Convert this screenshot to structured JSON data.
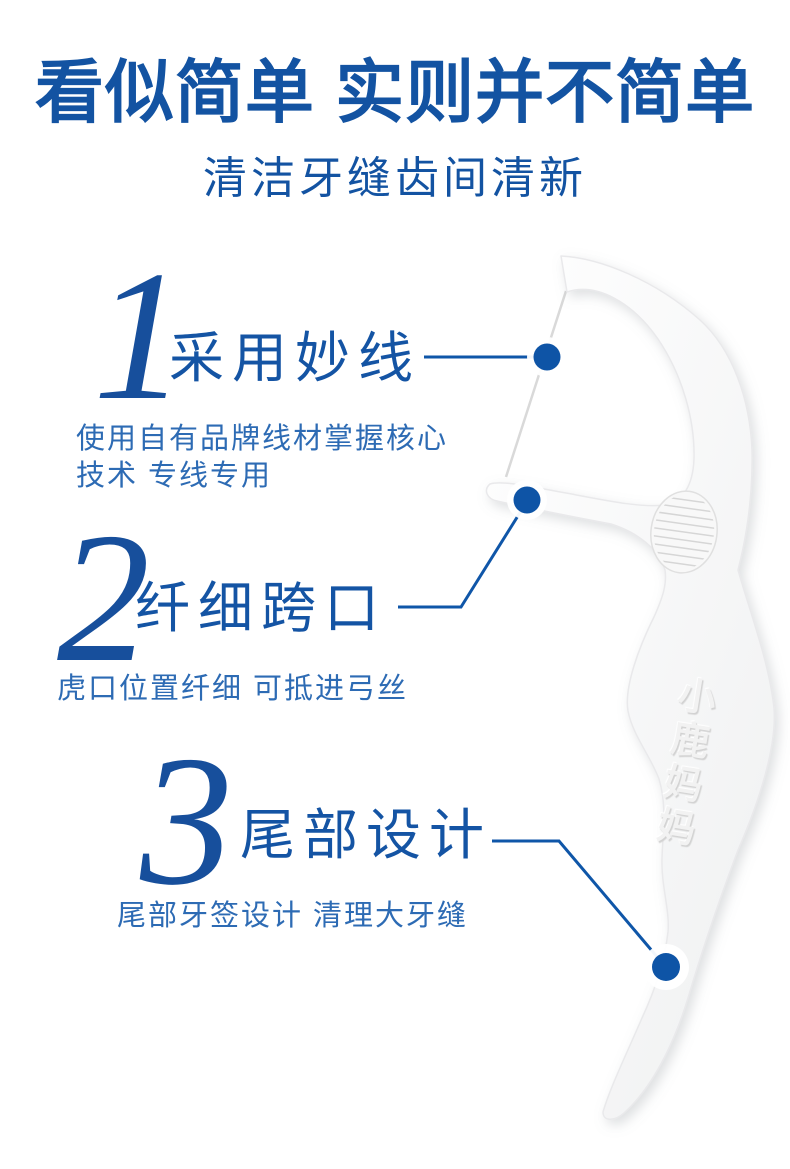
{
  "header": {
    "title": "看似简单 实则并不简单",
    "subtitle": "清洁牙缝齿间清新"
  },
  "features": [
    {
      "number": "1",
      "label": "采用妙线",
      "desc": [
        "使用自有品牌线材掌握核心",
        "技术 专线专用"
      ]
    },
    {
      "number": "2",
      "label": "纤细跨口",
      "desc": [
        "虎口位置纤细 可抵进弓丝"
      ]
    },
    {
      "number": "3",
      "label": "尾部设计",
      "desc": [
        "尾部牙签设计 清理大牙缝"
      ]
    }
  ],
  "product": {
    "embossed_brand": "小鹿妈妈",
    "description": "white dental floss pick with bow, thumb grip and toothpick tail"
  },
  "colors": {
    "heading_blue": "#1353a2",
    "number_blue": "#174f9c",
    "label_blue": "#1454a4",
    "desc_blue": "#2d6bb4",
    "callout_blue": "#0f56a8",
    "dot_blue": "#0e54a6",
    "floss_gray": "#d9d9d9",
    "background": "#ffffff"
  }
}
